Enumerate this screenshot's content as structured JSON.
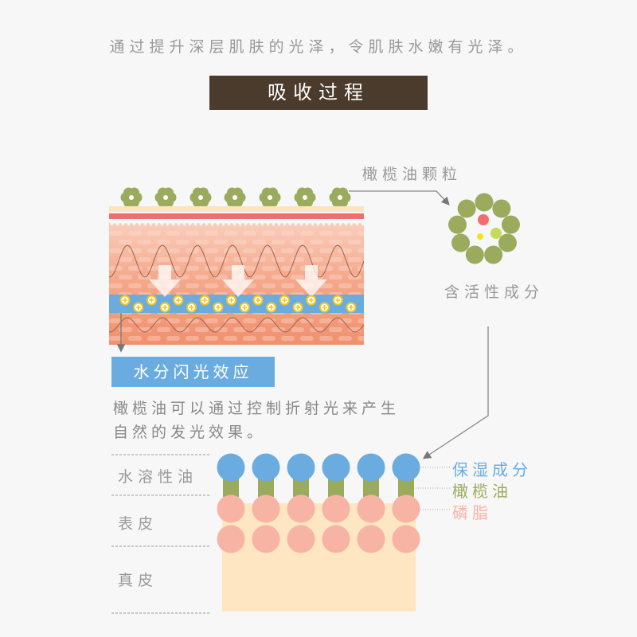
{
  "intro_text": "通过提升深层肌肤的光泽，令肌肤水嫩有光泽。",
  "title": "吸收过程",
  "olive_particle_label": "橄榄油颗粒",
  "active_ingredient_label": "含活性成分",
  "flash_effect_label": "水分闪光效应",
  "description_lines": [
    "橄榄油可以通过控制折射光来产生",
    "自然的发光效果。"
  ],
  "layers": [
    "水溶性油",
    "表皮",
    "真皮"
  ],
  "components": [
    {
      "label": "保湿成分",
      "color": "#6aace0"
    },
    {
      "label": "橄榄油",
      "color": "#9aab5e"
    },
    {
      "label": "磷脂",
      "color": "#f7b3a3"
    }
  ],
  "colors": {
    "title_bg": "#4a3b2c",
    "blue": "#6aace0",
    "green": "#9aab5e",
    "pink": "#f7b3a3",
    "beige": "#fee6c2",
    "red": "#f26e6e"
  }
}
